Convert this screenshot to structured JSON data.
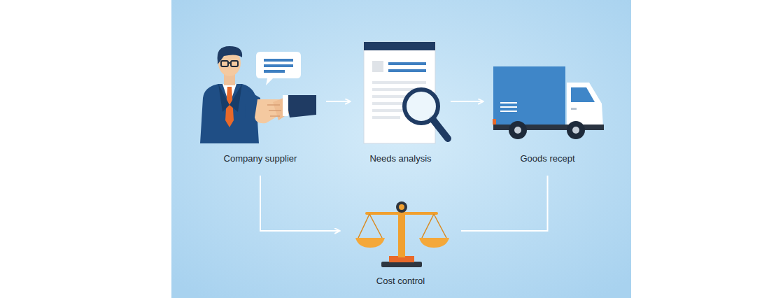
{
  "diagram": {
    "nodes": [
      {
        "text": [
          "Company supplier"
        ]
      },
      {
        "text": [
          "Needs analysis"
        ]
      },
      {
        "text": [
          "Goods recept"
        ]
      },
      {
        "text": [
          "Cost control"
        ]
      }
    ],
    "edges": [
      {
        "from": 0,
        "to": 1,
        "arrow": "to"
      },
      {
        "from": 1,
        "to": 2,
        "arrow": "to"
      },
      {
        "from": 0,
        "to": 3,
        "arrow": "to"
      },
      {
        "from": 2,
        "to": 3,
        "arrow": "none"
      }
    ]
  }
}
